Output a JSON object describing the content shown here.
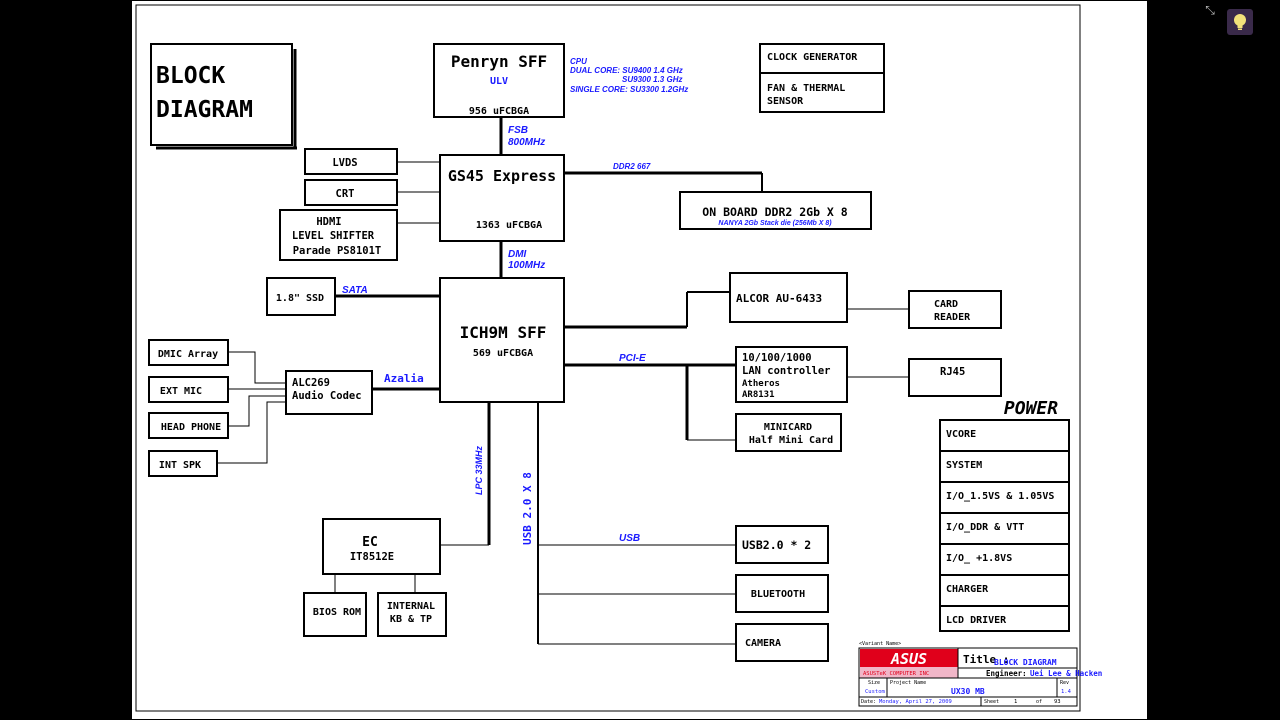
{
  "title_block": {
    "line1": "BLOCK",
    "line2": "DIAGRAM"
  },
  "cpu": {
    "name": "Penryn SFF",
    "sub": "ULV",
    "pkg": "956 uFCBGA",
    "note_title": "CPU",
    "note_dual1": "DUAL CORE: SU9400 1.4 GHz",
    "note_dual2": "SU9300 1.3 GHz",
    "note_single": "SINGLE CORE: SU3300 1.2GHz"
  },
  "fsb": {
    "line1": "FSB",
    "line2": "800MHz"
  },
  "clock_gen": "CLOCK GENERATOR",
  "fan": {
    "line1": "FAN & THERMAL",
    "line2": "SENSOR"
  },
  "gmch": {
    "name": "GS45 Express",
    "pkg": "1363 uFCBGA"
  },
  "ddr": {
    "label": "DDR2 667",
    "box": "ON BOARD DDR2 2Gb X 8",
    "note": "NANYA 2Gb Stack die (256Mb X 8)"
  },
  "lvds": "LVDS",
  "crt": "CRT",
  "hdmi": {
    "line1": "HDMI",
    "line2": "LEVEL SHIFTER",
    "line3": "Parade PS8101T"
  },
  "dmi": {
    "line1": "DMI",
    "line2": "100MHz"
  },
  "ssd": "1.8\" SSD",
  "sata": "SATA",
  "ich": {
    "name": "ICH9M SFF",
    "pkg": "569 uFCBGA"
  },
  "alcor": "ALCOR AU-6433",
  "card_reader": {
    "line1": "CARD",
    "line2": "READER"
  },
  "pcie": "PCI-E",
  "lan": {
    "line1": "10/100/1000",
    "line2": "LAN controller",
    "line3": "Atheros",
    "line4": "AR8131"
  },
  "rj45": "RJ45",
  "minicard": {
    "line1": "MINICARD",
    "line2": "Half Mini Card"
  },
  "dmic": "DMIC Array",
  "ext_mic": "EXT MIC",
  "headphone": "HEAD PHONE",
  "int_spk": "INT SPK",
  "codec": {
    "line1": "ALC269",
    "line2": "Audio Codec"
  },
  "azalia": "Azalia",
  "lpc": "LPC 33MHz",
  "usb_bus": "USB 2.0 X 8",
  "usb_label": "USB",
  "ec": {
    "line1": "EC",
    "line2": "IT8512E"
  },
  "bios": "BIOS ROM",
  "kb": {
    "line1": "INTERNAL",
    "line2": "KB & TP"
  },
  "usb_port": "USB2.0 * 2",
  "bluetooth": "BLUETOOTH",
  "camera": "CAMERA",
  "power": {
    "title": "POWER",
    "items": [
      "VCORE",
      "SYSTEM",
      "I/O_1.5VS & 1.05VS",
      "I/O_DDR & VTT",
      "I/O_ +1.8VS",
      "CHARGER",
      "LCD DRIVER"
    ]
  },
  "titleblock": {
    "variant": "<Variant Name>",
    "logo": "ASUS",
    "company": "ASUSTeK COMPUTER INC",
    "title_label": "Title :",
    "title_value": "BLOCK DIAGRAM",
    "engineer_label": "Engineer:",
    "engineer_value": "Uei Lee & Hacken",
    "size_label": "Size",
    "size_value": "Custom",
    "project_label": "Project Name",
    "project_value": "UX30 MB",
    "rev_label": "Rev",
    "rev_value": "1.4",
    "date_label": "Date:",
    "date_value": "Monday, April 27, 2009",
    "sheet_label": "Sheet",
    "sheet_value": "1",
    "of_label": "of",
    "of_value": "93"
  },
  "colors": {
    "accent_blue": "#1a1aff",
    "asus_red": "#e0001b"
  }
}
